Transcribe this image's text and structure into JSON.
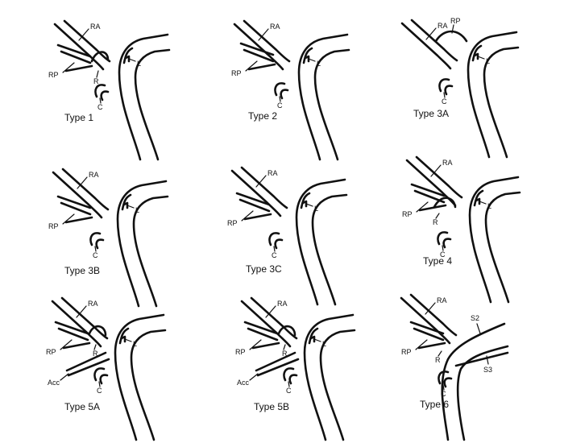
{
  "panels": [
    {
      "id": "type-1",
      "variant": "1",
      "title": "Type 1",
      "labels": {
        "ra": "RA",
        "rp": "RP",
        "r": "R",
        "c": "C",
        "l": "L"
      }
    },
    {
      "id": "type-2",
      "variant": "2",
      "title": "Type 2",
      "labels": {
        "ra": "RA",
        "rp": "RP",
        "c": "C",
        "l": "L"
      }
    },
    {
      "id": "type-3a",
      "variant": "3A",
      "title": "Type 3A",
      "labels": {
        "ra": "RA",
        "rp": "RP",
        "c": "C",
        "l": "L"
      }
    },
    {
      "id": "type-3b",
      "variant": "3B",
      "title": "Type 3B",
      "labels": {
        "ra": "RA",
        "rp": "RP",
        "c": "C",
        "l": "L"
      }
    },
    {
      "id": "type-3c",
      "variant": "3C",
      "title": "Type 3C",
      "labels": {
        "ra": "RA",
        "rp": "RP",
        "c": "C",
        "l": "L"
      }
    },
    {
      "id": "type-4",
      "variant": "4",
      "title": "Type 4",
      "labels": {
        "ra": "RA",
        "rp": "RP",
        "r": "R",
        "c": "C",
        "l": "L"
      }
    },
    {
      "id": "type-5a",
      "variant": "5A",
      "title": "Type 5A",
      "labels": {
        "ra": "RA",
        "rp": "RP",
        "r": "R",
        "acc": "Acc",
        "c": "C",
        "l": "L"
      }
    },
    {
      "id": "type-5b",
      "variant": "5B",
      "title": "Type 5B",
      "labels": {
        "ra": "RA",
        "rp": "RP",
        "r": "R",
        "acc": "Acc",
        "c": "C",
        "l": "L"
      }
    },
    {
      "id": "type-6",
      "variant": "6",
      "title": "Type 6",
      "labels": {
        "ra": "RA",
        "rp": "RP",
        "r": "R",
        "c": "C",
        "s2": "S2",
        "s3": "S3"
      }
    }
  ]
}
